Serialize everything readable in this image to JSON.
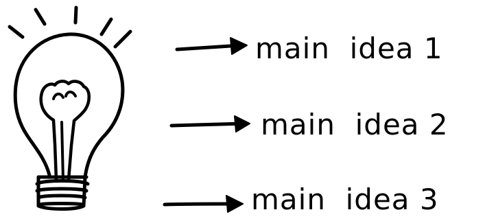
{
  "diagram": {
    "ink_color": "#000000",
    "background_color": "#ffffff",
    "icon": "lightbulb-icon",
    "items": [
      {
        "label": "main  idea 1"
      },
      {
        "label": "main  idea 2"
      },
      {
        "label": "main  idea 3"
      }
    ]
  }
}
